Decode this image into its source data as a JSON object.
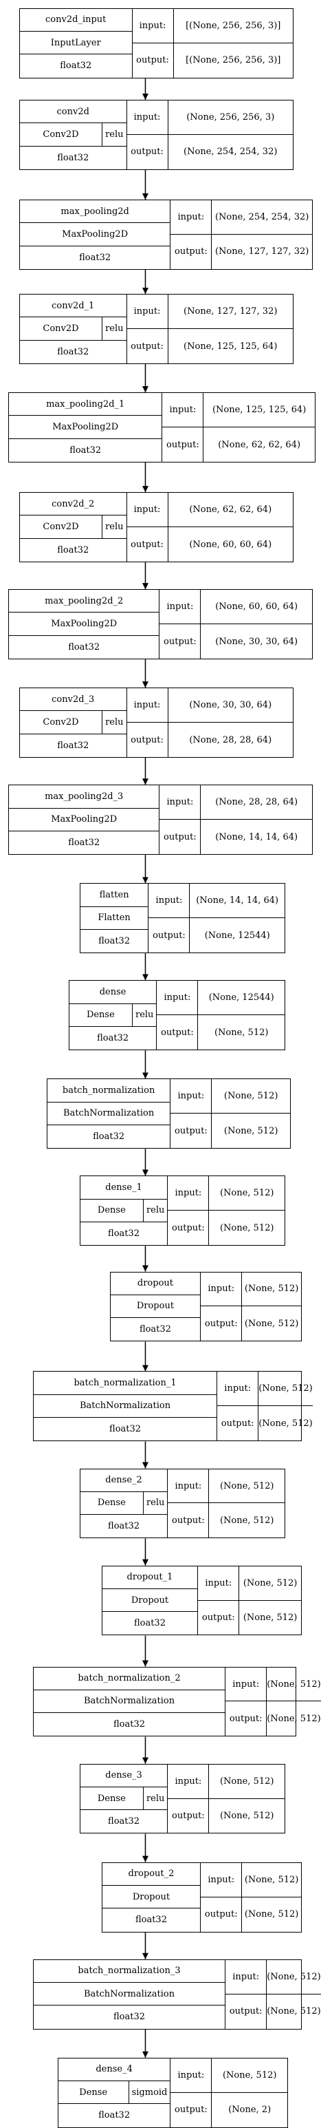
{
  "layers": [
    {
      "name": "conv2d_input",
      "type": "InputLayer",
      "activation": null,
      "dtype": "float32",
      "input_label": "input:",
      "input": "[(None, 256, 256, 3)]",
      "output_label": "output:",
      "output": "[(None, 256, 256, 3)]"
    },
    {
      "name": "conv2d",
      "type": "Conv2D",
      "activation": "relu",
      "dtype": "float32",
      "input_label": "input:",
      "input": "(None, 256, 256, 3)",
      "output_label": "output:",
      "output": "(None, 254, 254, 32)"
    },
    {
      "name": "max_pooling2d",
      "type": "MaxPooling2D",
      "activation": null,
      "dtype": "float32",
      "input_label": "input:",
      "input": "(None, 254, 254, 32)",
      "output_label": "output:",
      "output": "(None, 127, 127, 32)"
    },
    {
      "name": "conv2d_1",
      "type": "Conv2D",
      "activation": "relu",
      "dtype": "float32",
      "input_label": "input:",
      "input": "(None, 127, 127, 32)",
      "output_label": "output:",
      "output": "(None, 125, 125, 64)"
    },
    {
      "name": "max_pooling2d_1",
      "type": "MaxPooling2D",
      "activation": null,
      "dtype": "float32",
      "input_label": "input:",
      "input": "(None, 125, 125, 64)",
      "output_label": "output:",
      "output": "(None, 62, 62, 64)"
    },
    {
      "name": "conv2d_2",
      "type": "Conv2D",
      "activation": "relu",
      "dtype": "float32",
      "input_label": "input:",
      "input": "(None, 62, 62, 64)",
      "output_label": "output:",
      "output": "(None, 60, 60, 64)"
    },
    {
      "name": "max_pooling2d_2",
      "type": "MaxPooling2D",
      "activation": null,
      "dtype": "float32",
      "input_label": "input:",
      "input": "(None, 60, 60, 64)",
      "output_label": "output:",
      "output": "(None, 30, 30, 64)"
    },
    {
      "name": "conv2d_3",
      "type": "Conv2D",
      "activation": "relu",
      "dtype": "float32",
      "input_label": "input:",
      "input": "(None, 30, 30, 64)",
      "output_label": "output:",
      "output": "(None, 28, 28, 64)"
    },
    {
      "name": "max_pooling2d_3",
      "type": "MaxPooling2D",
      "activation": null,
      "dtype": "float32",
      "input_label": "input:",
      "input": "(None, 28, 28, 64)",
      "output_label": "output:",
      "output": "(None, 14, 14, 64)"
    },
    {
      "name": "flatten",
      "type": "Flatten",
      "activation": null,
      "dtype": "float32",
      "input_label": "input:",
      "input": "(None, 14, 14, 64)",
      "output_label": "output:",
      "output": "(None, 12544)"
    },
    {
      "name": "dense",
      "type": "Dense",
      "activation": "relu",
      "dtype": "float32",
      "input_label": "input:",
      "input": "(None, 12544)",
      "output_label": "output:",
      "output": "(None, 512)"
    },
    {
      "name": "batch_normalization",
      "type": "BatchNormalization",
      "activation": null,
      "dtype": "float32",
      "input_label": "input:",
      "input": "(None, 512)",
      "output_label": "output:",
      "output": "(None, 512)"
    },
    {
      "name": "dense_1",
      "type": "Dense",
      "activation": "relu",
      "dtype": "float32",
      "input_label": "input:",
      "input": "(None, 512)",
      "output_label": "output:",
      "output": "(None, 512)"
    },
    {
      "name": "dropout",
      "type": "Dropout",
      "activation": null,
      "dtype": "float32",
      "input_label": "input:",
      "input": "(None, 512)",
      "output_label": "output:",
      "output": "(None, 512)"
    },
    {
      "name": "batch_normalization_1",
      "type": "BatchNormalization",
      "activation": null,
      "dtype": "float32",
      "input_label": "input:",
      "input": "(None, 512)",
      "output_label": "output:",
      "output": "(None, 512)"
    },
    {
      "name": "dense_2",
      "type": "Dense",
      "activation": "relu",
      "dtype": "float32",
      "input_label": "input:",
      "input": "(None, 512)",
      "output_label": "output:",
      "output": "(None, 512)"
    },
    {
      "name": "dropout_1",
      "type": "Dropout",
      "activation": null,
      "dtype": "float32",
      "input_label": "input:",
      "input": "(None, 512)",
      "output_label": "output:",
      "output": "(None, 512)"
    },
    {
      "name": "batch_normalization_2",
      "type": "BatchNormalization",
      "activation": null,
      "dtype": "float32",
      "input_label": "input:",
      "input": "(None, 512)",
      "output_label": "output:",
      "output": "(None, 512)"
    },
    {
      "name": "dense_3",
      "type": "Dense",
      "activation": "relu",
      "dtype": "float32",
      "input_label": "input:",
      "input": "(None, 512)",
      "output_label": "output:",
      "output": "(None, 512)"
    },
    {
      "name": "dropout_2",
      "type": "Dropout",
      "activation": null,
      "dtype": "float32",
      "input_label": "input:",
      "input": "(None, 512)",
      "output_label": "output:",
      "output": "(None, 512)"
    },
    {
      "name": "batch_normalization_3",
      "type": "BatchNormalization",
      "activation": null,
      "dtype": "float32",
      "input_label": "input:",
      "input": "(None, 512)",
      "output_label": "output:",
      "output": "(None, 512)"
    },
    {
      "name": "dense_4",
      "type": "Dense",
      "activation": "sigmoid",
      "dtype": "float32",
      "input_label": "input:",
      "input": "(None, 512)",
      "output_label": "output:",
      "output": "(None, 2)"
    }
  ],
  "colors": {
    "stroke": "#000000",
    "background": "#ffffff"
  }
}
